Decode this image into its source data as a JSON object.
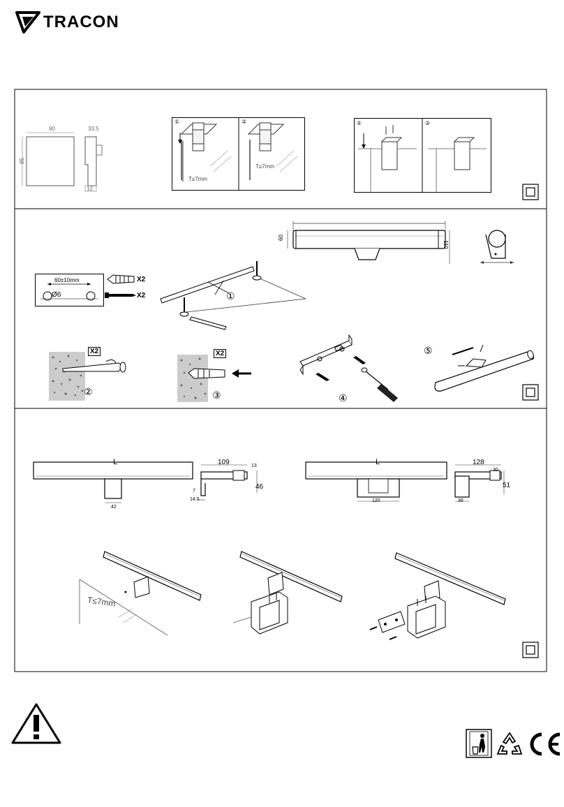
{
  "brand": {
    "name": "TRACON"
  },
  "section1": {
    "dims": {
      "width": "90",
      "depth": "33.5",
      "height": "85",
      "small": "12"
    },
    "step1a": {
      "num": "①",
      "clearance": "T≤7mm"
    },
    "step1b": {
      "num": "②",
      "clearance": "T≤7mm"
    },
    "step2a": {
      "num": "①"
    },
    "step2b": {
      "num": "②"
    }
  },
  "section2": {
    "hole_spacing": "60±10mm",
    "hole_diameter": "Ø6",
    "qty_dowel": "X2",
    "qty_screw": "X2",
    "dim_height": "60",
    "dim_depth": "110",
    "steps": {
      "s1": "①",
      "s2": "②",
      "s3": "③",
      "s4": "④",
      "s5": "⑤"
    },
    "qty_drill": "X2",
    "qty_insert": "X2"
  },
  "section3": {
    "light1": {
      "length": "L",
      "base_width": "42",
      "depth": "109",
      "top": "13",
      "height": "46",
      "clip": "7",
      "clip_w": "14.5"
    },
    "light2": {
      "length": "L",
      "base_width": "120",
      "depth": "128",
      "top": "30",
      "height": "51",
      "base": "36"
    },
    "clearance": "T≤7mm"
  }
}
